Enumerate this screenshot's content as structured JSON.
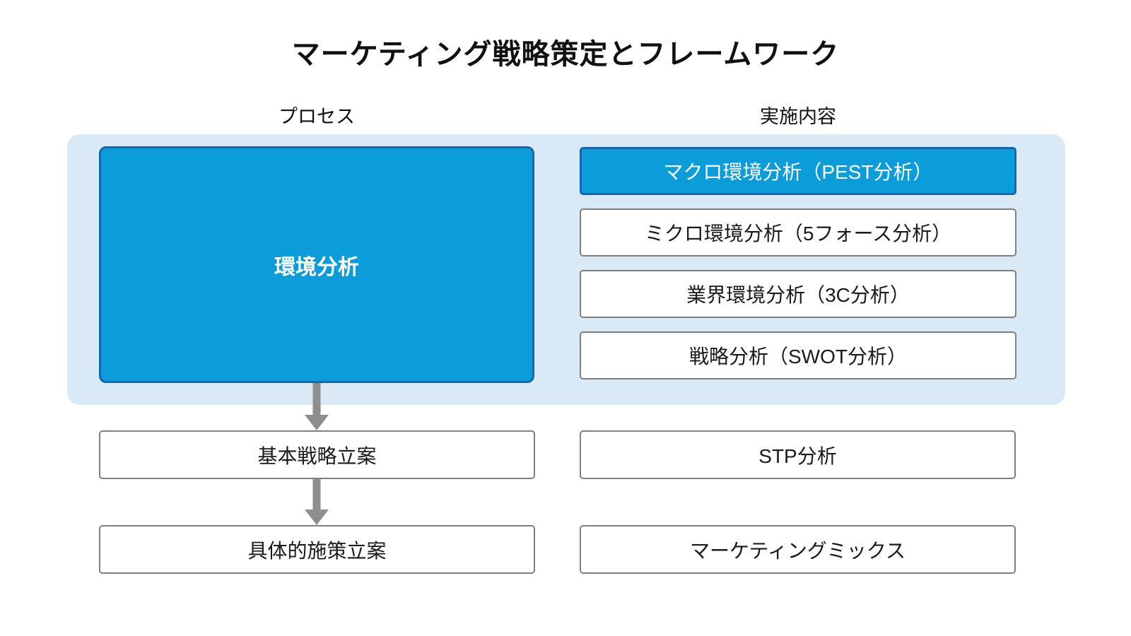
{
  "title": "マーケティング戦略策定とフレームワーク",
  "columns": {
    "process_label": "プロセス",
    "content_label": "実施内容"
  },
  "environment_section": {
    "process_box_label": "環境分析",
    "framework_items": [
      {
        "label": "マクロ環境分析（PEST分析）",
        "highlighted": true
      },
      {
        "label": "ミクロ環境分析（5フォース分析）",
        "highlighted": false
      },
      {
        "label": "業界環境分析（3C分析）",
        "highlighted": false
      },
      {
        "label": "戦略分析（SWOT分析）",
        "highlighted": false
      }
    ]
  },
  "rows": [
    {
      "process_label": "基本戦略立案",
      "content_label": "STP分析"
    },
    {
      "process_label": "具体的施策立案",
      "content_label": "マーケティングミックス"
    }
  ],
  "colors": {
    "accent": "#0a9dd9",
    "accent_border": "#1565b3",
    "panel_bg": "#d9eaf6",
    "box_border": "#7f7f7f",
    "arrow": "#8e8e8e"
  }
}
